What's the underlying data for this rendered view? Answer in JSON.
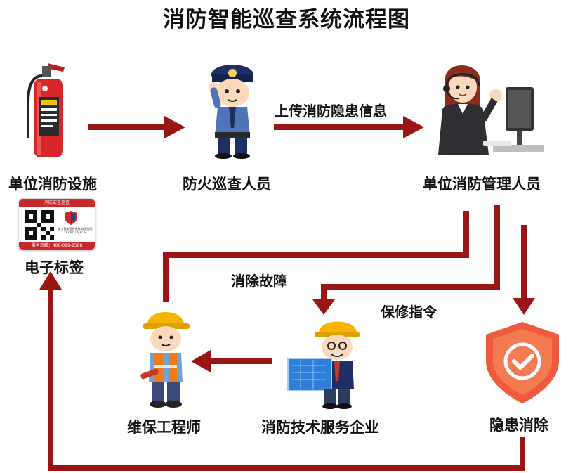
{
  "title": "消防智能巡查系统流程图",
  "nodes": {
    "facility": "单位消防设施",
    "inspector": "防火巡查人员",
    "manager": "单位消防管理人员",
    "tag": "电子标签",
    "engineer": "维保工程师",
    "company": "消防技术服务企业",
    "resolved": "隐患消除"
  },
  "edges": {
    "upload": "上传消防隐患信息",
    "clear": "消除故障",
    "repair": "保修指令"
  },
  "tag_card": {
    "header": "消防安全巡查",
    "text": "安全智能巡检系统 欢迎使用 XF780114J3728",
    "hotline": "服务热线：400-099-1588"
  },
  "colors": {
    "arrow": "#9b1515",
    "extinguisher": "#d8262a",
    "shield": "#ef5a3c",
    "helmet": "#f5b400"
  },
  "icons": {
    "facility": "fire-extinguisher-icon",
    "inspector": "police-officer-icon",
    "manager": "customer-service-operator-icon",
    "engineer": "maintenance-worker-icon",
    "company": "engineer-with-blueprint-icon",
    "resolved": "shield-check-icon",
    "tag": "qr-code-icon"
  }
}
